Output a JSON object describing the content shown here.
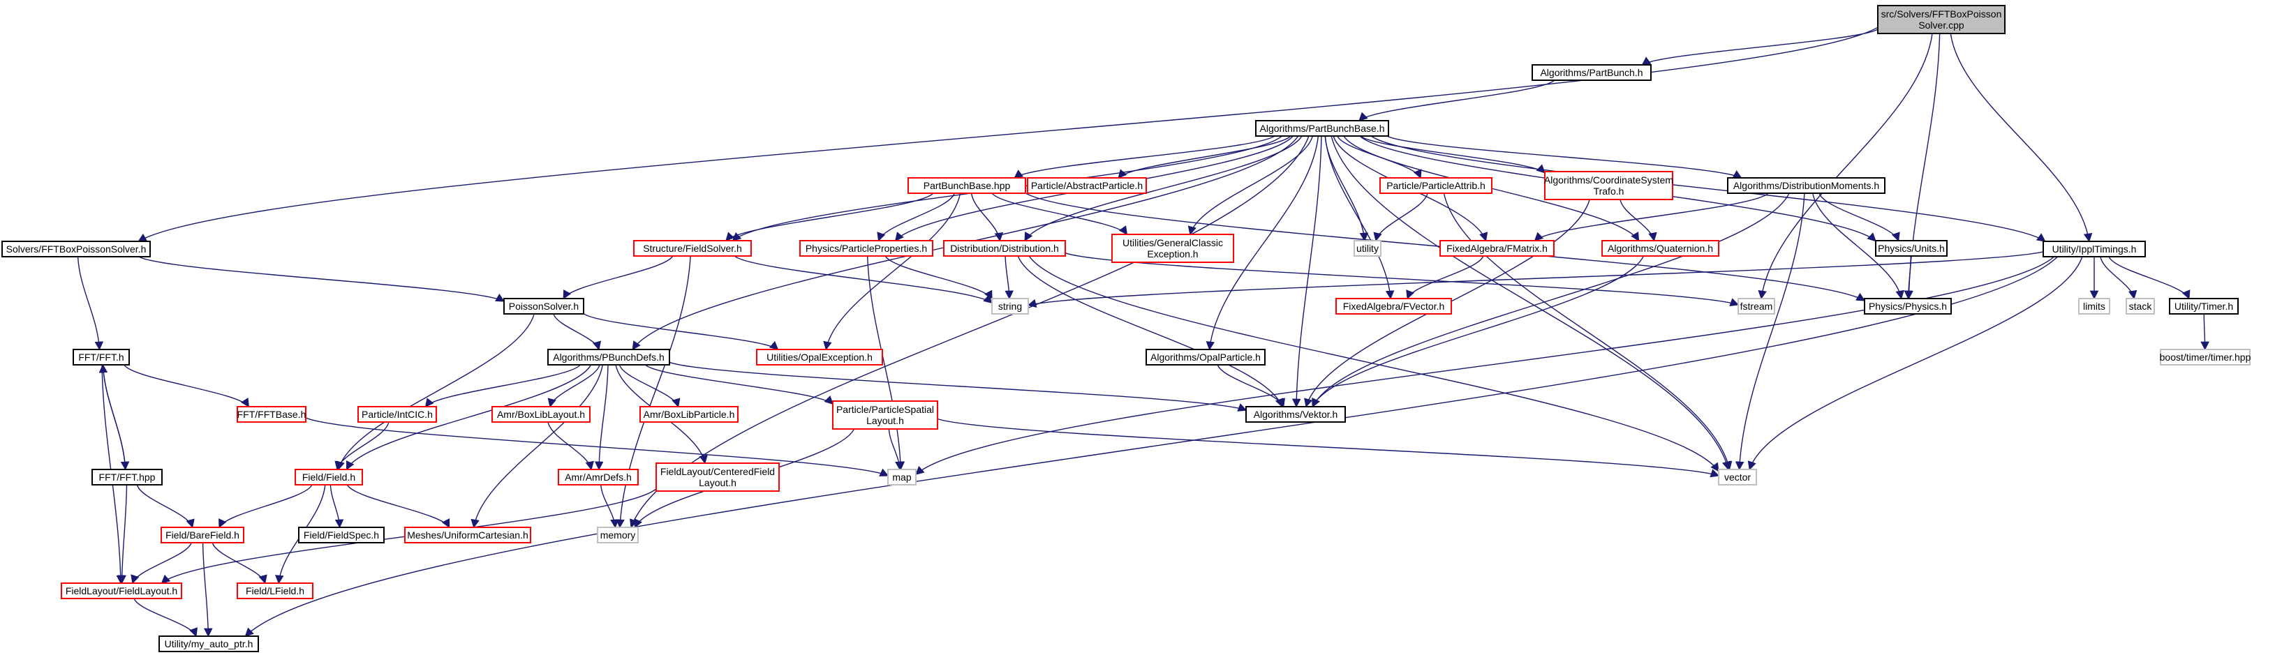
{
  "graph": {
    "type": "include-dependency-graph",
    "colors": {
      "edge": "#191970",
      "root_fill": "#bfbfbf",
      "root_border": "#000000",
      "documented_border": "#000000",
      "missing_border": "#ff0000",
      "system_border": "#bfbfbf",
      "text": "#000000"
    },
    "nodes": [
      {
        "id": "root",
        "lines": [
          "src/Solvers/FFTBoxPoisson",
          "Solver.cpp"
        ],
        "kind": "root"
      },
      {
        "id": "partbunch_h",
        "lines": [
          "Algorithms/PartBunch.h"
        ],
        "kind": "documented"
      },
      {
        "id": "partbunchbase_h",
        "lines": [
          "Algorithms/PartBunchBase.h"
        ],
        "kind": "documented"
      },
      {
        "id": "partbunchbase_hpp",
        "lines": [
          "PartBunchBase.hpp"
        ],
        "kind": "missing"
      },
      {
        "id": "abstractparticle",
        "lines": [
          "Particle/AbstractParticle.h"
        ],
        "kind": "missing"
      },
      {
        "id": "particleattrib",
        "lines": [
          "Particle/ParticleAttrib.h"
        ],
        "kind": "missing"
      },
      {
        "id": "coordsys",
        "lines": [
          "Algorithms/CoordinateSystem",
          "Trafo.h"
        ],
        "kind": "missing"
      },
      {
        "id": "distmoments",
        "lines": [
          "Algorithms/DistributionMoments.h"
        ],
        "kind": "documented"
      },
      {
        "id": "fftboxsolver_h",
        "lines": [
          "Solvers/FFTBoxPoissonSolver.h"
        ],
        "kind": "documented"
      },
      {
        "id": "fieldsolver",
        "lines": [
          "Structure/FieldSolver.h"
        ],
        "kind": "missing"
      },
      {
        "id": "particleproperties",
        "lines": [
          "Physics/ParticleProperties.h"
        ],
        "kind": "missing"
      },
      {
        "id": "distribution",
        "lines": [
          "Distribution/Distribution.h"
        ],
        "kind": "missing"
      },
      {
        "id": "generalclassic",
        "lines": [
          "Utilities/GeneralClassic",
          "Exception.h"
        ],
        "kind": "missing"
      },
      {
        "id": "utility",
        "lines": [
          "utility"
        ],
        "kind": "system"
      },
      {
        "id": "fmatrix",
        "lines": [
          "FixedAlgebra/FMatrix.h"
        ],
        "kind": "missing"
      },
      {
        "id": "quaternion",
        "lines": [
          "Algorithms/Quaternion.h"
        ],
        "kind": "missing"
      },
      {
        "id": "physicsunits",
        "lines": [
          "Physics/Units.h"
        ],
        "kind": "documented"
      },
      {
        "id": "ippltimings",
        "lines": [
          "Utility/IpplTimings.h"
        ],
        "kind": "documented"
      },
      {
        "id": "string",
        "lines": [
          "string"
        ],
        "kind": "system"
      },
      {
        "id": "fvector",
        "lines": [
          "FixedAlgebra/FVector.h"
        ],
        "kind": "missing"
      },
      {
        "id": "fstream",
        "lines": [
          "fstream"
        ],
        "kind": "system"
      },
      {
        "id": "physics_h",
        "lines": [
          "Physics/Physics.h"
        ],
        "kind": "documented"
      },
      {
        "id": "limits",
        "lines": [
          "limits"
        ],
        "kind": "system"
      },
      {
        "id": "stack",
        "lines": [
          "stack"
        ],
        "kind": "system"
      },
      {
        "id": "timer_h",
        "lines": [
          "Utility/Timer.h"
        ],
        "kind": "documented"
      },
      {
        "id": "boosttimer",
        "lines": [
          "boost/timer/timer.hpp"
        ],
        "kind": "system"
      },
      {
        "id": "poissonsolver",
        "lines": [
          "PoissonSolver.h"
        ],
        "kind": "documented"
      },
      {
        "id": "fft_h",
        "lines": [
          "FFT/FFT.h"
        ],
        "kind": "documented"
      },
      {
        "id": "pbunchdefs",
        "lines": [
          "Algorithms/PBunchDefs.h"
        ],
        "kind": "documented"
      },
      {
        "id": "opalexception",
        "lines": [
          "Utilities/OpalException.h"
        ],
        "kind": "missing"
      },
      {
        "id": "opalparticle",
        "lines": [
          "Algorithms/OpalParticle.h"
        ],
        "kind": "documented"
      },
      {
        "id": "fftbase",
        "lines": [
          "FFT/FFTBase.h"
        ],
        "kind": "missing"
      },
      {
        "id": "intcic",
        "lines": [
          "Particle/IntCIC.h"
        ],
        "kind": "missing"
      },
      {
        "id": "boxliblayout",
        "lines": [
          "Amr/BoxLibLayout.h"
        ],
        "kind": "missing"
      },
      {
        "id": "boxlibparticle",
        "lines": [
          "Amr/BoxLibParticle.h"
        ],
        "kind": "missing"
      },
      {
        "id": "spatiallayout",
        "lines": [
          "Particle/ParticleSpatial",
          "Layout.h"
        ],
        "kind": "missing"
      },
      {
        "id": "vektor",
        "lines": [
          "Algorithms/Vektor.h"
        ],
        "kind": "documented"
      },
      {
        "id": "fft_hpp",
        "lines": [
          "FFT/FFT.hpp"
        ],
        "kind": "documented"
      },
      {
        "id": "field_h",
        "lines": [
          "Field/Field.h"
        ],
        "kind": "missing"
      },
      {
        "id": "amrdefs",
        "lines": [
          "Amr/AmrDefs.h"
        ],
        "kind": "missing"
      },
      {
        "id": "centeredfield",
        "lines": [
          "FieldLayout/CenteredField",
          "Layout.h"
        ],
        "kind": "missing"
      },
      {
        "id": "map",
        "lines": [
          "map"
        ],
        "kind": "system"
      },
      {
        "id": "vector",
        "lines": [
          "vector"
        ],
        "kind": "system"
      },
      {
        "id": "memory",
        "lines": [
          "memory"
        ],
        "kind": "system"
      },
      {
        "id": "barefield",
        "lines": [
          "Field/BareField.h"
        ],
        "kind": "missing"
      },
      {
        "id": "fieldspec",
        "lines": [
          "Field/FieldSpec.h"
        ],
        "kind": "documented"
      },
      {
        "id": "uniformcartesian",
        "lines": [
          "Meshes/UniformCartesian.h"
        ],
        "kind": "missing"
      },
      {
        "id": "fieldlayout",
        "lines": [
          "FieldLayout/FieldLayout.h"
        ],
        "kind": "missing"
      },
      {
        "id": "lfield",
        "lines": [
          "Field/LField.h"
        ],
        "kind": "missing"
      },
      {
        "id": "myautoptr",
        "lines": [
          "Utility/my_auto_ptr.h"
        ],
        "kind": "documented"
      }
    ],
    "edges": [
      [
        "root",
        "partbunch_h"
      ],
      [
        "root",
        "fftboxsolver_h"
      ],
      [
        "root",
        "ippltimings"
      ],
      [
        "root",
        "physics_h"
      ],
      [
        "root",
        "fstream"
      ],
      [
        "partbunch_h",
        "partbunchbase_h"
      ],
      [
        "partbunchbase_h",
        "partbunchbase_hpp"
      ],
      [
        "partbunchbase_h",
        "abstractparticle"
      ],
      [
        "partbunchbase_h",
        "particleattrib"
      ],
      [
        "partbunchbase_h",
        "coordsys"
      ],
      [
        "partbunchbase_h",
        "distmoments"
      ],
      [
        "partbunchbase_h",
        "fieldsolver"
      ],
      [
        "partbunchbase_h",
        "particleproperties"
      ],
      [
        "partbunchbase_h",
        "distribution"
      ],
      [
        "partbunchbase_h",
        "generalclassic"
      ],
      [
        "partbunchbase_h",
        "utility"
      ],
      [
        "partbunchbase_h",
        "fmatrix"
      ],
      [
        "partbunchbase_h",
        "quaternion"
      ],
      [
        "partbunchbase_h",
        "physicsunits"
      ],
      [
        "partbunchbase_h",
        "ippltimings"
      ],
      [
        "partbunchbase_h",
        "fvector"
      ],
      [
        "partbunchbase_h",
        "pbunchdefs"
      ],
      [
        "partbunchbase_h",
        "opalparticle"
      ],
      [
        "partbunchbase_h",
        "vektor"
      ],
      [
        "partbunchbase_h",
        "vector"
      ],
      [
        "partbunchbase_h",
        "memory"
      ],
      [
        "partbunchbase_hpp",
        "fieldsolver"
      ],
      [
        "partbunchbase_hpp",
        "particleproperties"
      ],
      [
        "partbunchbase_hpp",
        "distribution"
      ],
      [
        "partbunchbase_hpp",
        "generalclassic"
      ],
      [
        "partbunchbase_hpp",
        "opalexception"
      ],
      [
        "partbunchbase_hpp",
        "physics_h"
      ],
      [
        "particleattrib",
        "utility"
      ],
      [
        "particleattrib",
        "vector"
      ],
      [
        "coordsys",
        "quaternion"
      ],
      [
        "coordsys",
        "vektor"
      ],
      [
        "distmoments",
        "fmatrix"
      ],
      [
        "distmoments",
        "physicsunits"
      ],
      [
        "distmoments",
        "physics_h"
      ],
      [
        "distmoments",
        "vektor"
      ],
      [
        "distmoments",
        "vector"
      ],
      [
        "fftboxsolver_h",
        "poissonsolver"
      ],
      [
        "fftboxsolver_h",
        "fft_h"
      ],
      [
        "fieldsolver",
        "poissonsolver"
      ],
      [
        "fieldsolver",
        "string"
      ],
      [
        "fieldsolver",
        "memory"
      ],
      [
        "particleproperties",
        "string"
      ],
      [
        "particleproperties",
        "map"
      ],
      [
        "distribution",
        "string"
      ],
      [
        "distribution",
        "fstream"
      ],
      [
        "distribution",
        "vektor"
      ],
      [
        "distribution",
        "vector"
      ],
      [
        "fmatrix",
        "fvector"
      ],
      [
        "quaternion",
        "vektor"
      ],
      [
        "physicsunits",
        "physics_h"
      ],
      [
        "ippltimings",
        "string"
      ],
      [
        "ippltimings",
        "limits"
      ],
      [
        "ippltimings",
        "stack"
      ],
      [
        "ippltimings",
        "timer_h"
      ],
      [
        "ippltimings",
        "map"
      ],
      [
        "ippltimings",
        "vector"
      ],
      [
        "ippltimings",
        "myautoptr"
      ],
      [
        "timer_h",
        "boosttimer"
      ],
      [
        "poissonsolver",
        "pbunchdefs"
      ],
      [
        "poissonsolver",
        "opalexception"
      ],
      [
        "poissonsolver",
        "field_h"
      ],
      [
        "fft_h",
        "fftbase"
      ],
      [
        "fft_h",
        "fft_hpp"
      ],
      [
        "fft_h",
        "fieldlayout"
      ],
      [
        "pbunchdefs",
        "intcic"
      ],
      [
        "pbunchdefs",
        "boxliblayout"
      ],
      [
        "pbunchdefs",
        "boxlibparticle"
      ],
      [
        "pbunchdefs",
        "spatiallayout"
      ],
      [
        "pbunchdefs",
        "vektor"
      ],
      [
        "pbunchdefs",
        "field_h"
      ],
      [
        "pbunchdefs",
        "amrdefs"
      ],
      [
        "pbunchdefs",
        "centeredfield"
      ],
      [
        "pbunchdefs",
        "uniformcartesian"
      ],
      [
        "opalparticle",
        "vektor"
      ],
      [
        "fftbase",
        "map"
      ],
      [
        "intcic",
        "field_h"
      ],
      [
        "boxliblayout",
        "amrdefs"
      ],
      [
        "spatiallayout",
        "map"
      ],
      [
        "spatiallayout",
        "vector"
      ],
      [
        "spatiallayout",
        "memory"
      ],
      [
        "fft_hpp",
        "fft_h"
      ],
      [
        "fft_hpp",
        "barefield"
      ],
      [
        "fft_hpp",
        "fieldlayout"
      ],
      [
        "field_h",
        "barefield"
      ],
      [
        "field_h",
        "fieldspec"
      ],
      [
        "field_h",
        "uniformcartesian"
      ],
      [
        "field_h",
        "lfield"
      ],
      [
        "amrdefs",
        "memory"
      ],
      [
        "centeredfield",
        "fieldlayout"
      ],
      [
        "barefield",
        "fieldlayout"
      ],
      [
        "barefield",
        "lfield"
      ],
      [
        "barefield",
        "myautoptr"
      ],
      [
        "fieldlayout",
        "myautoptr"
      ]
    ]
  }
}
